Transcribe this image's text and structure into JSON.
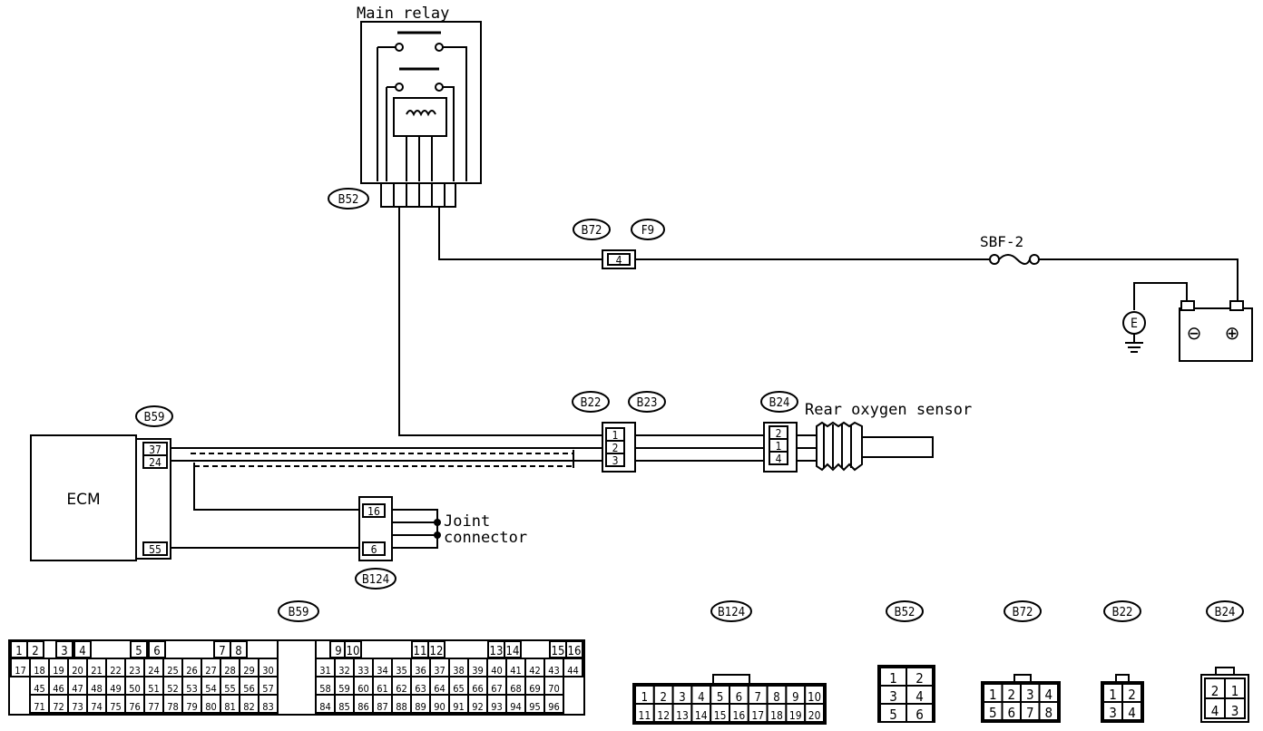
{
  "relay": {
    "title": "Main relay"
  },
  "connectors": {
    "b52": "B52",
    "b72": "B72",
    "f9": "F9",
    "b22": "B22",
    "b23": "B23",
    "b24": "B24",
    "b59": "B59",
    "b124": "B124"
  },
  "labels": {
    "sbf": "SBF-2",
    "sensor": "Rear oxygen sensor",
    "ecm": "ECM",
    "joint_line1": "Joint",
    "joint_line2": "connector",
    "ground_symbol": "E",
    "battery_neg": "⊖",
    "battery_pos": "⊕"
  },
  "pins": {
    "b72_pin": "4",
    "b22_pins": [
      "1",
      "2",
      "3"
    ],
    "b24_pins": [
      "2",
      "1",
      "4"
    ],
    "ecm_pins": [
      "37",
      "24",
      "55"
    ],
    "joint_pins": [
      "16",
      "6"
    ]
  },
  "views": {
    "b59_title": "B59",
    "b59_row1": [
      "1",
      "2",
      "3",
      "4",
      "5",
      "6",
      "7",
      "8",
      "9",
      "10",
      "11",
      "12",
      "13",
      "14",
      "15",
      "16"
    ],
    "b59_row2_left": [
      "17",
      "18",
      "19",
      "20",
      "21",
      "22",
      "23",
      "24",
      "25",
      "26",
      "27",
      "28",
      "29",
      "30"
    ],
    "b59_row2_right": [
      "31",
      "32",
      "33",
      "34",
      "35",
      "36",
      "37",
      "38",
      "39",
      "40",
      "41",
      "42",
      "43",
      "44"
    ],
    "b59_row3_left": [
      "45",
      "46",
      "47",
      "48",
      "49",
      "50",
      "51",
      "52",
      "53",
      "54",
      "55",
      "56",
      "57"
    ],
    "b59_row3_right": [
      "58",
      "59",
      "60",
      "61",
      "62",
      "63",
      "64",
      "65",
      "66",
      "67",
      "68",
      "69",
      "70"
    ],
    "b59_row4_left": [
      "71",
      "72",
      "73",
      "74",
      "75",
      "76",
      "77",
      "78",
      "79",
      "80",
      "81",
      "82",
      "83"
    ],
    "b59_row4_right": [
      "84",
      "85",
      "86",
      "87",
      "88",
      "89",
      "90",
      "91",
      "92",
      "93",
      "94",
      "95",
      "96"
    ],
    "b124_title": "B124",
    "b124_row1": [
      "1",
      "2",
      "3",
      "4",
      "5",
      "6",
      "7",
      "8",
      "9",
      "10"
    ],
    "b124_row2": [
      "11",
      "12",
      "13",
      "14",
      "15",
      "16",
      "17",
      "18",
      "19",
      "20"
    ],
    "b52_title": "B52",
    "b52_rows": [
      [
        "1",
        "2"
      ],
      [
        "3",
        "4"
      ],
      [
        "5",
        "6"
      ]
    ],
    "b72_title": "B72",
    "b72_row1": [
      "1",
      "2",
      "3",
      "4"
    ],
    "b72_row2": [
      "5",
      "6",
      "7",
      "8"
    ],
    "b22_title": "B22",
    "b22_row1": [
      "1",
      "2"
    ],
    "b22_row2": [
      "3",
      "4"
    ],
    "b24_title": "B24",
    "b24_row1": [
      "2",
      "1"
    ],
    "b24_row2": [
      "4",
      "3"
    ]
  }
}
